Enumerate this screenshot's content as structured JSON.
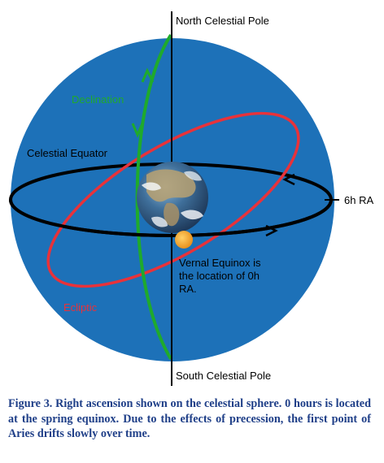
{
  "figure": {
    "labels": {
      "north_pole": "North Celestial Pole",
      "south_pole": "South Celestial Pole",
      "celestial_equator": "Celestial Equator",
      "declination": "Declination",
      "ecliptic": "Ecliptic",
      "ra_6h": "6h RA",
      "vernal_equinox_line1": "Vernal Equinox is",
      "vernal_equinox_line2": "the location of 0h",
      "vernal_equinox_line3": "RA."
    },
    "colors": {
      "sphere": "#1d71b8",
      "declination": "#1faa2c",
      "ecliptic": "#e8323a",
      "equator": "#000000",
      "equinox_marker": "#f2a22e",
      "caption": "#1f3f88"
    }
  },
  "caption": "Figure 3.  Right ascension shown on the celestial sphere. 0 hours is located at the spring equinox. Due to the effects of precession, the first point of Aries drifts slowly over time."
}
